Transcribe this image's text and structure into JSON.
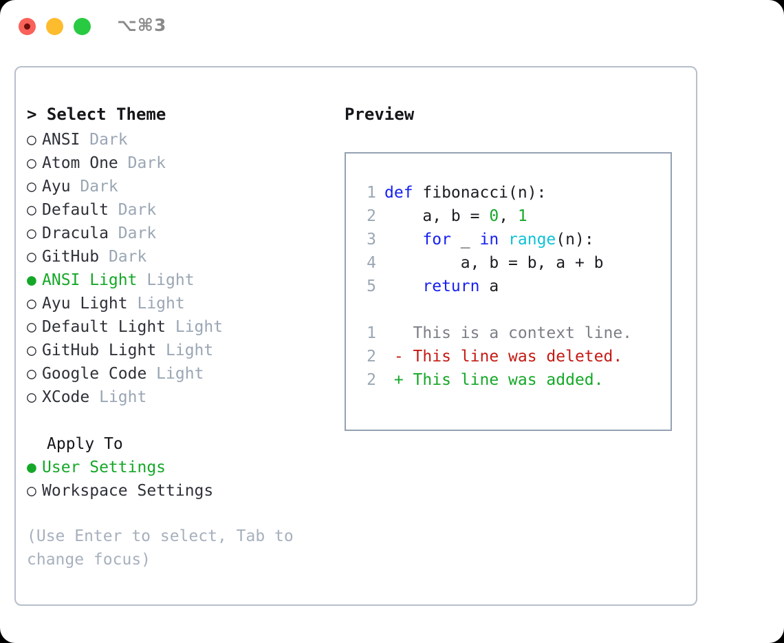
{
  "window": {
    "title": "⌥⌘3",
    "traffic_lights": [
      {
        "name": "close",
        "color": "#fa6158"
      },
      {
        "name": "minimize",
        "color": "#fdbc2e"
      },
      {
        "name": "zoom",
        "color": "#27ca41"
      }
    ]
  },
  "theme_picker": {
    "header": "> Select Theme",
    "selected_radio_glyph": "●",
    "unselected_radio_glyph": "○",
    "items": [
      {
        "name": "ANSI",
        "kind": "Dark",
        "selected": false
      },
      {
        "name": "Atom One",
        "kind": "Dark",
        "selected": false
      },
      {
        "name": "Ayu",
        "kind": "Dark",
        "selected": false
      },
      {
        "name": "Default",
        "kind": "Dark",
        "selected": false
      },
      {
        "name": "Dracula",
        "kind": "Dark",
        "selected": false
      },
      {
        "name": "GitHub",
        "kind": "Dark",
        "selected": false
      },
      {
        "name": "ANSI Light",
        "kind": "Light",
        "selected": true
      },
      {
        "name": "Ayu Light",
        "kind": "Light",
        "selected": false
      },
      {
        "name": "Default Light",
        "kind": "Light",
        "selected": false
      },
      {
        "name": "GitHub Light",
        "kind": "Light",
        "selected": false
      },
      {
        "name": "Google Code",
        "kind": "Light",
        "selected": false
      },
      {
        "name": "XCode",
        "kind": "Light",
        "selected": false
      }
    ]
  },
  "apply_to": {
    "label": "Apply To",
    "options": [
      {
        "name": "User Settings",
        "selected": true
      },
      {
        "name": "Workspace Settings",
        "selected": false
      }
    ]
  },
  "hint": "(Use Enter to select, Tab to change focus)",
  "preview": {
    "title": "Preview",
    "code": {
      "lines": [
        {
          "no": "1",
          "tokens": [
            {
              "t": "def",
              "c": "kw"
            },
            {
              "t": " fibonacci(n):",
              "c": "txt"
            }
          ]
        },
        {
          "no": "2",
          "tokens": [
            {
              "t": "    a, b = ",
              "c": "txt"
            },
            {
              "t": "0",
              "c": "num"
            },
            {
              "t": ", ",
              "c": "txt"
            },
            {
              "t": "1",
              "c": "num"
            }
          ]
        },
        {
          "no": "3",
          "tokens": [
            {
              "t": "    ",
              "c": "txt"
            },
            {
              "t": "for",
              "c": "kw"
            },
            {
              "t": " _ ",
              "c": "txt"
            },
            {
              "t": "in",
              "c": "kw"
            },
            {
              "t": " ",
              "c": "txt"
            },
            {
              "t": "range",
              "c": "fn"
            },
            {
              "t": "(n):",
              "c": "txt"
            }
          ]
        },
        {
          "no": "4",
          "tokens": [
            {
              "t": "        a, b = b, a + b",
              "c": "txt"
            }
          ]
        },
        {
          "no": "5",
          "tokens": [
            {
              "t": "    ",
              "c": "txt"
            },
            {
              "t": "return",
              "c": "kw"
            },
            {
              "t": " a",
              "c": "txt"
            }
          ]
        }
      ]
    },
    "diff": {
      "lines": [
        {
          "no": "1",
          "marker": " ",
          "text": " This is a context line.",
          "kind": "ctx"
        },
        {
          "no": "2",
          "marker": "-",
          "text": " This line was deleted.",
          "kind": "del"
        },
        {
          "no": "2",
          "marker": "+",
          "text": " This line was added.",
          "kind": "add"
        }
      ]
    }
  },
  "colors": {
    "accent_green": "#15a828",
    "keyword_blue": "#1720f0",
    "function_cyan": "#0fc2d6",
    "diff_red": "#c41a14",
    "muted_gray": "#9aa6b4",
    "panel_border": "#b6bfcb",
    "preview_border": "#94a1b2"
  }
}
